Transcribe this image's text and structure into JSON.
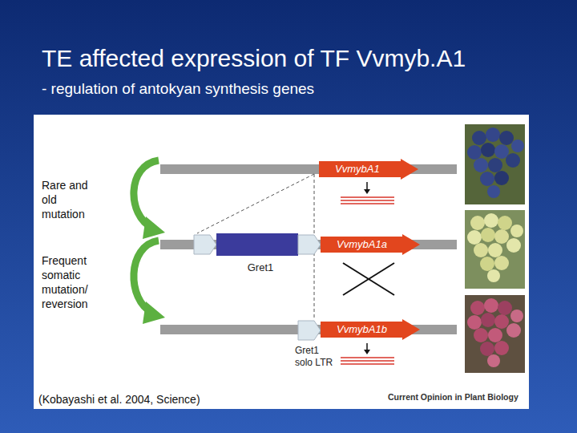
{
  "diagram": {
    "title": "TE affected expression of TF Vvmyb.A1",
    "caption": "(Kobayashi et al. 2004, Science)",
    "nodes": [
      {
        "text": [
          "VvmybA1"
        ]
      },
      {
        "text": [
          "Gret1"
        ]
      },
      {
        "text": [
          "VvmybA1a"
        ]
      },
      {
        "text": [
          "Gret1 solo LTR"
        ]
      },
      {
        "text": [
          "VvmybA1b"
        ]
      }
    ],
    "labels": [
      "- regulation of antokyan synthesis genes",
      "Rare and old mutation",
      "Frequent somatic mutation/ reversion",
      "Current Opinion in Plant Biology"
    ]
  }
}
